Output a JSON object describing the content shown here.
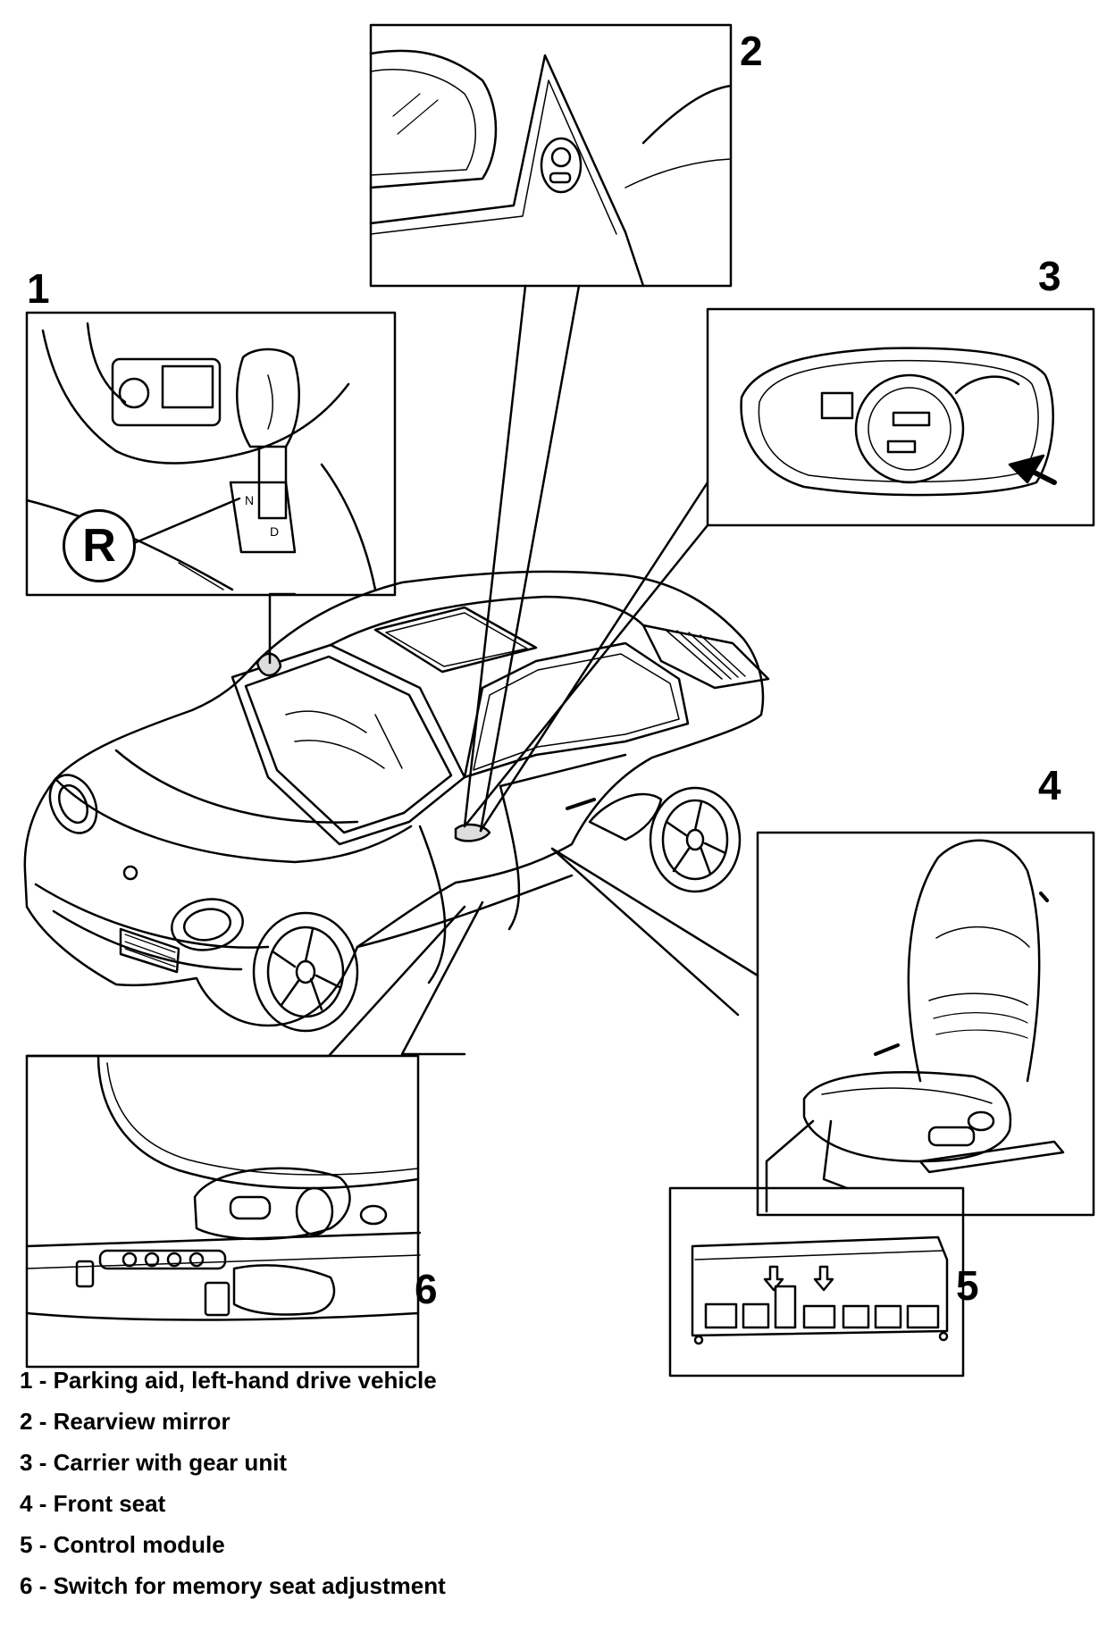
{
  "callouts": {
    "n1": "1",
    "n2": "2",
    "n3": "3",
    "n4": "4",
    "n5": "5",
    "n6": "6",
    "gear_badge": "R"
  },
  "legend": [
    {
      "num": "1",
      "sep": " - ",
      "label": "Parking aid, left-hand drive vehicle"
    },
    {
      "num": "2",
      "sep": " - ",
      "label": "Rearview mirror"
    },
    {
      "num": "3",
      "sep": " - ",
      "label": "Carrier with gear unit"
    },
    {
      "num": "4",
      "sep": " - ",
      "label": "Front seat"
    },
    {
      "num": "5",
      "sep": " - ",
      "label": "Control module"
    },
    {
      "num": "6",
      "sep": " - ",
      "label": "Switch for memory seat adjustment"
    }
  ]
}
